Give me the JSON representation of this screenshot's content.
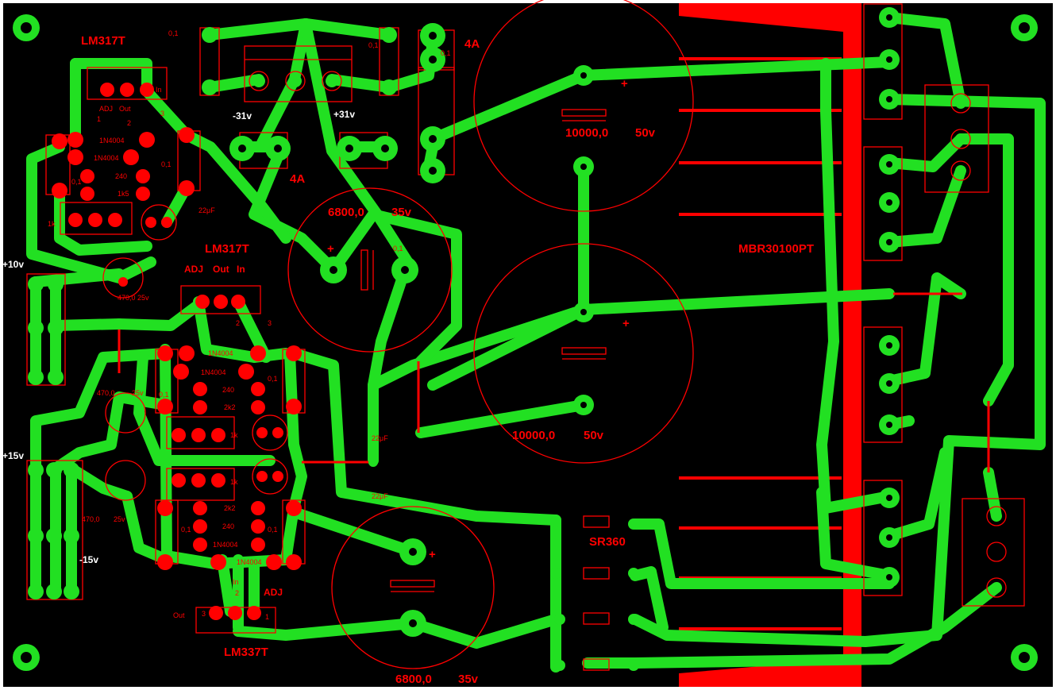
{
  "colors": {
    "board": "#000000",
    "copper": "#22e022",
    "silk": "#ff0000",
    "heatsink": "#ff0000",
    "label_text": "#ffffff"
  },
  "regulators": {
    "top": "LM317T",
    "middle": "LM317T",
    "bottom": "LM337T"
  },
  "pin_labels": {
    "adj": "ADJ",
    "out": "Out",
    "in": "In",
    "n1": "1",
    "n2": "2",
    "n3": "3"
  },
  "rails": {
    "plus10": "+10v",
    "plus15": "+15v",
    "minus15": "-15v",
    "minus31": "-31v",
    "plus31": "+31v"
  },
  "fuses": {
    "upper": "4A",
    "lower": "4A"
  },
  "capacitors": {
    "c10000_top": "10000,0",
    "c10000_top_v": "50v",
    "c10000_bottom": "10000,0",
    "c10000_bottom_v": "50v",
    "c6800_top": "6800,0",
    "c6800_top_v": "35v",
    "c6800_bottom": "6800,0",
    "c6800_bottom_v": "35v",
    "c470_a": "470,0 25v",
    "c470_b": "470,0",
    "c470_b_v": "25v",
    "c470_c": "470,0",
    "c470_c_v": "25v",
    "c22uF_a": "22μF",
    "c22uF_b": "22μF",
    "c22uF_c": "22μF",
    "c01": "0,1",
    "plus": "+"
  },
  "resistors": {
    "r240": "240",
    "r1k5": "1k5",
    "r1k": "1k",
    "r2k2": "2k2"
  },
  "diodes": {
    "d1n4004": "1N4004",
    "sr360": "SR360",
    "mbr": "MBR30100PT"
  }
}
